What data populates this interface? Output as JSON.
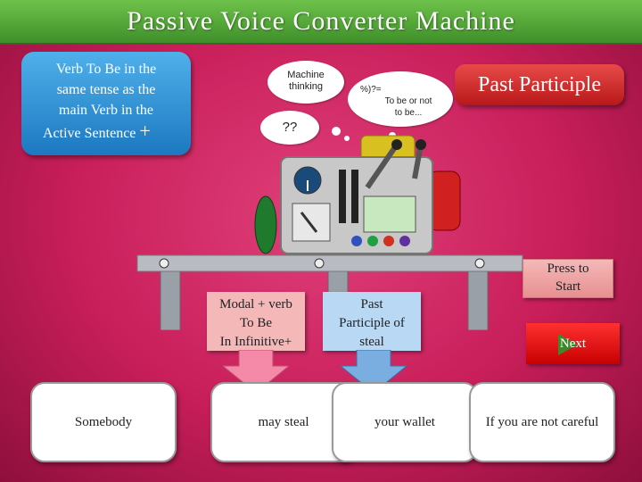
{
  "title": "Passive Voice Converter Machine",
  "rule_box": {
    "line1": "Verb To Be in the",
    "line2": "same tense as the",
    "line3": "main Verb in the",
    "line4": "Active Sentence",
    "plus": "+"
  },
  "past_participle_box": "Past Participle",
  "clouds": {
    "machine_thinking": {
      "line1": "Machine",
      "line2": "thinking"
    },
    "question": "??",
    "to_be": {
      "line1": "To be or not",
      "line2": "to be..."
    },
    "symbols": "%)?="
  },
  "buttons": {
    "press_to_start": {
      "line1": "Press  to",
      "line2": "Start"
    },
    "next": "Next"
  },
  "hint_boxes": {
    "modal": {
      "line1": "Modal + verb",
      "line2": "To Be",
      "line3": "In Infinitive+"
    },
    "past_participle": {
      "line1": "Past",
      "line2": "Participle of",
      "line3": "steal"
    }
  },
  "answers": [
    "Somebody",
    "may steal",
    "your wallet",
    "If you are not careful"
  ],
  "colors": {
    "title_bar": "#4fa836",
    "rule_box": "#2b8ad4",
    "pp_box": "#d42828",
    "hint_modal": "#f4b8b8",
    "hint_pp": "#b8d8f4",
    "next": "#e01010"
  }
}
